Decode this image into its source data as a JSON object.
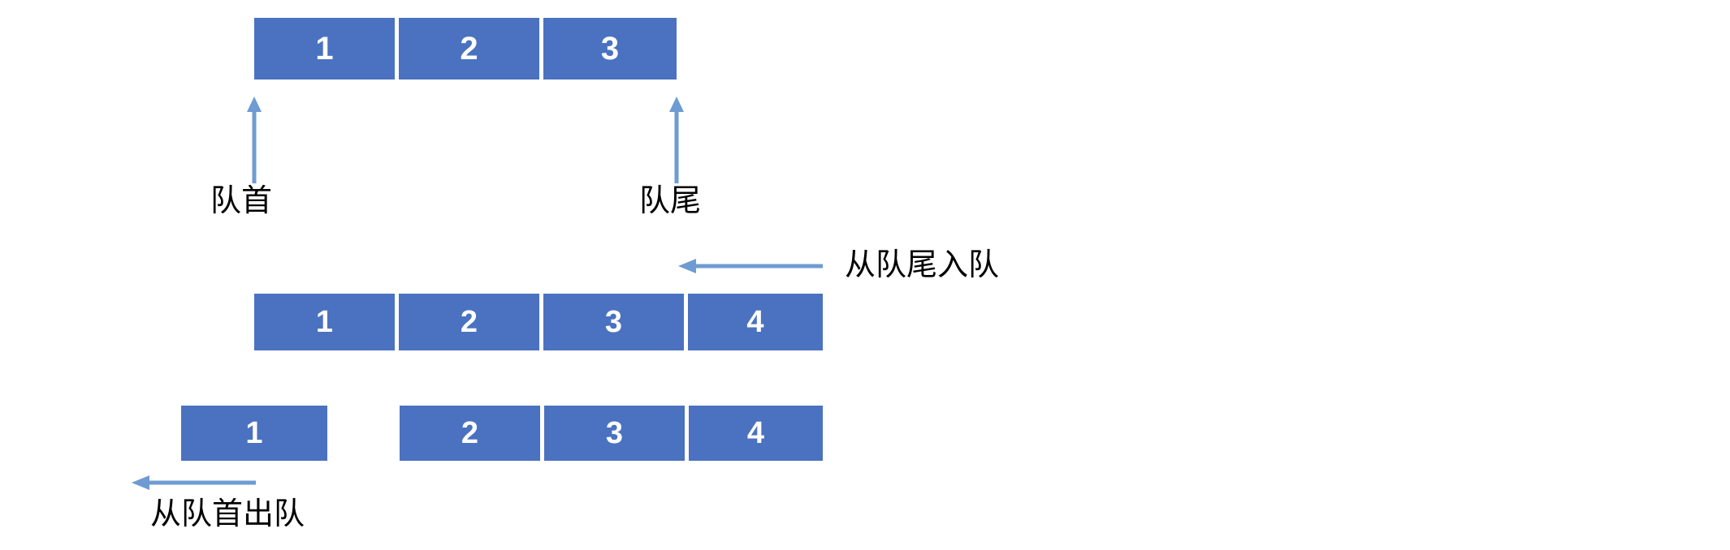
{
  "diagram": {
    "title": "queue-operations-diagram",
    "colors": {
      "cell_fill": "#4a72c0",
      "cell_text": "#ffffff",
      "arrow": "#6e9bd1",
      "label_text": "#000000",
      "background": "#ffffff"
    },
    "rows": [
      {
        "name": "initial-queue",
        "cells": [
          {
            "label": "1"
          },
          {
            "label": "2"
          },
          {
            "label": "3"
          }
        ]
      },
      {
        "name": "after-enqueue-queue",
        "cells": [
          {
            "label": "1"
          },
          {
            "label": "2"
          },
          {
            "label": "3"
          },
          {
            "label": "4"
          }
        ]
      },
      {
        "name": "after-dequeue-queue",
        "detached_cell": {
          "label": "1"
        },
        "cells": [
          {
            "label": "2"
          },
          {
            "label": "3"
          },
          {
            "label": "4"
          }
        ]
      }
    ],
    "pointers": [
      {
        "name": "front-pointer",
        "label": "队首"
      },
      {
        "name": "rear-pointer",
        "label": "队尾"
      }
    ],
    "operations": [
      {
        "name": "enqueue-operation",
        "label": "从队尾入队"
      },
      {
        "name": "dequeue-operation",
        "label": "从队首出队"
      }
    ]
  }
}
